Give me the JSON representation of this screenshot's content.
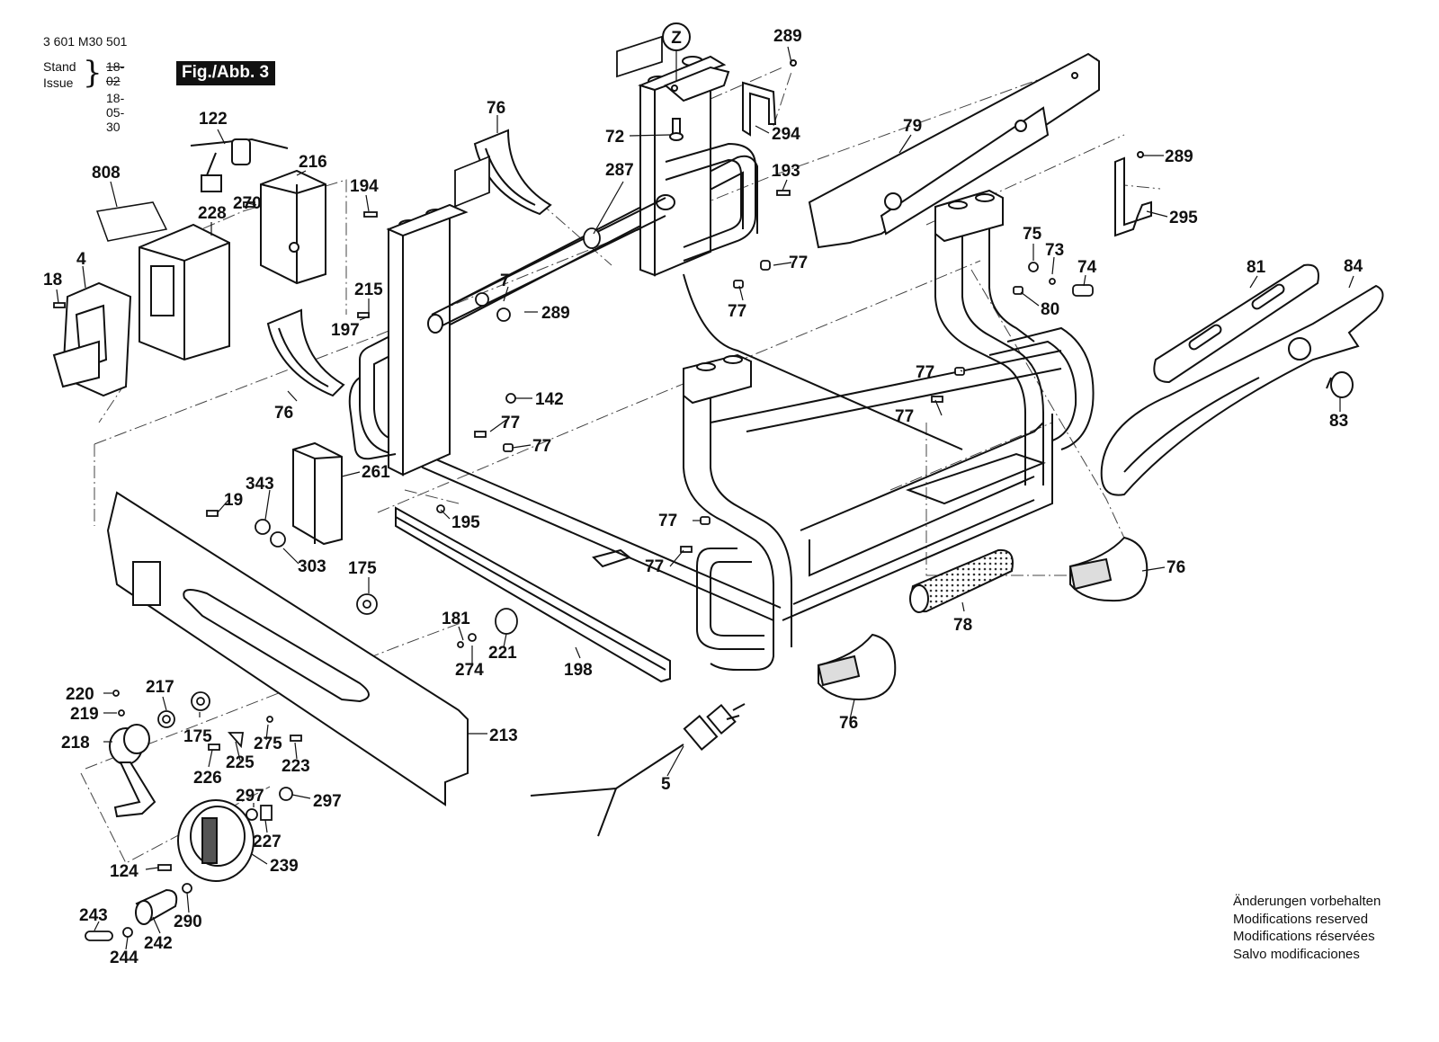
{
  "header": {
    "doc_number": "3 601 M30 501",
    "stand_label": "Stand",
    "issue_label": "Issue",
    "old_date": "18-02",
    "new_date": "18-05-30",
    "figure_label": "Fig./Abb. 3"
  },
  "callouts": {
    "z": "Z",
    "p289a": "289",
    "p294": "294",
    "p72": "72",
    "p76a": "76",
    "p122": "122",
    "p808": "808",
    "p216": "216",
    "p228": "228",
    "p270": "270",
    "p194": "194",
    "p287": "287",
    "p193": "193",
    "p79": "79",
    "p289b": "289",
    "p295": "295",
    "p18": "18",
    "p4": "4",
    "p215": "215",
    "p197": "197",
    "p7": "7",
    "p289c": "289",
    "p77a": "77",
    "p77b": "77",
    "p75": "75",
    "p73": "73",
    "p74": "74",
    "p80": "80",
    "p81": "81",
    "p84": "84",
    "p83": "83",
    "p76b": "76",
    "p142": "142",
    "p77c": "77",
    "p77d": "77",
    "p77e": "77",
    "p77f": "77",
    "p261": "261",
    "p343": "343",
    "p19": "19",
    "p195": "195",
    "p303": "303",
    "p175a": "175",
    "p77g": "77",
    "p77h": "77",
    "p76c": "76",
    "p78": "78",
    "p181": "181",
    "p221": "221",
    "p274": "274",
    "p198": "198",
    "p76d": "76",
    "p220": "220",
    "p219": "219",
    "p217": "217",
    "p218": "218",
    "p175b": "175",
    "p275": "275",
    "p213": "213",
    "p226": "226",
    "p225": "225",
    "p223": "223",
    "p5": "5",
    "p297a": "297",
    "p297b": "297",
    "p227": "227",
    "p124": "124",
    "p239": "239",
    "p243": "243",
    "p290": "290",
    "p242": "242",
    "p244": "244"
  },
  "notes": [
    "Änderungen vorbehalten",
    "Modifications reserved",
    "Modifications réservées",
    "Salvo modificaciones"
  ]
}
